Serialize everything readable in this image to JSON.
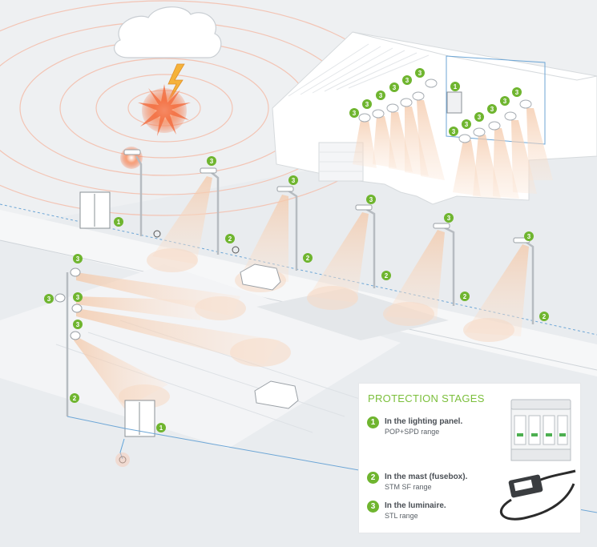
{
  "legend": {
    "title": "PROTECTION STAGES",
    "items": [
      {
        "badge": "1",
        "title": "In the lighting panel.",
        "subtitle": "POP+SPD range"
      },
      {
        "badge": "2",
        "title": "In the mast (fusebox).",
        "subtitle": "STM SF range"
      },
      {
        "badge": "3",
        "title": "In the luminaire.",
        "subtitle": "STL range"
      }
    ]
  },
  "markers": {
    "one": "1",
    "two": "2",
    "three": "3"
  },
  "colors": {
    "accent_green": "#6fb52f",
    "title_green": "#7bbf3b",
    "lightning": "#f5b23a",
    "burst": "#f26c3d",
    "wave": "#f3c4b4",
    "ground": "#e9ecef",
    "cable": "#5fa3d9"
  },
  "icons": [
    "cloud-icon",
    "lightning-bolt-icon",
    "street-lamp-icon",
    "car-icon",
    "cabinet-icon",
    "ground-rod-icon",
    "surge-protector-icon",
    "fusebox-device-icon"
  ]
}
